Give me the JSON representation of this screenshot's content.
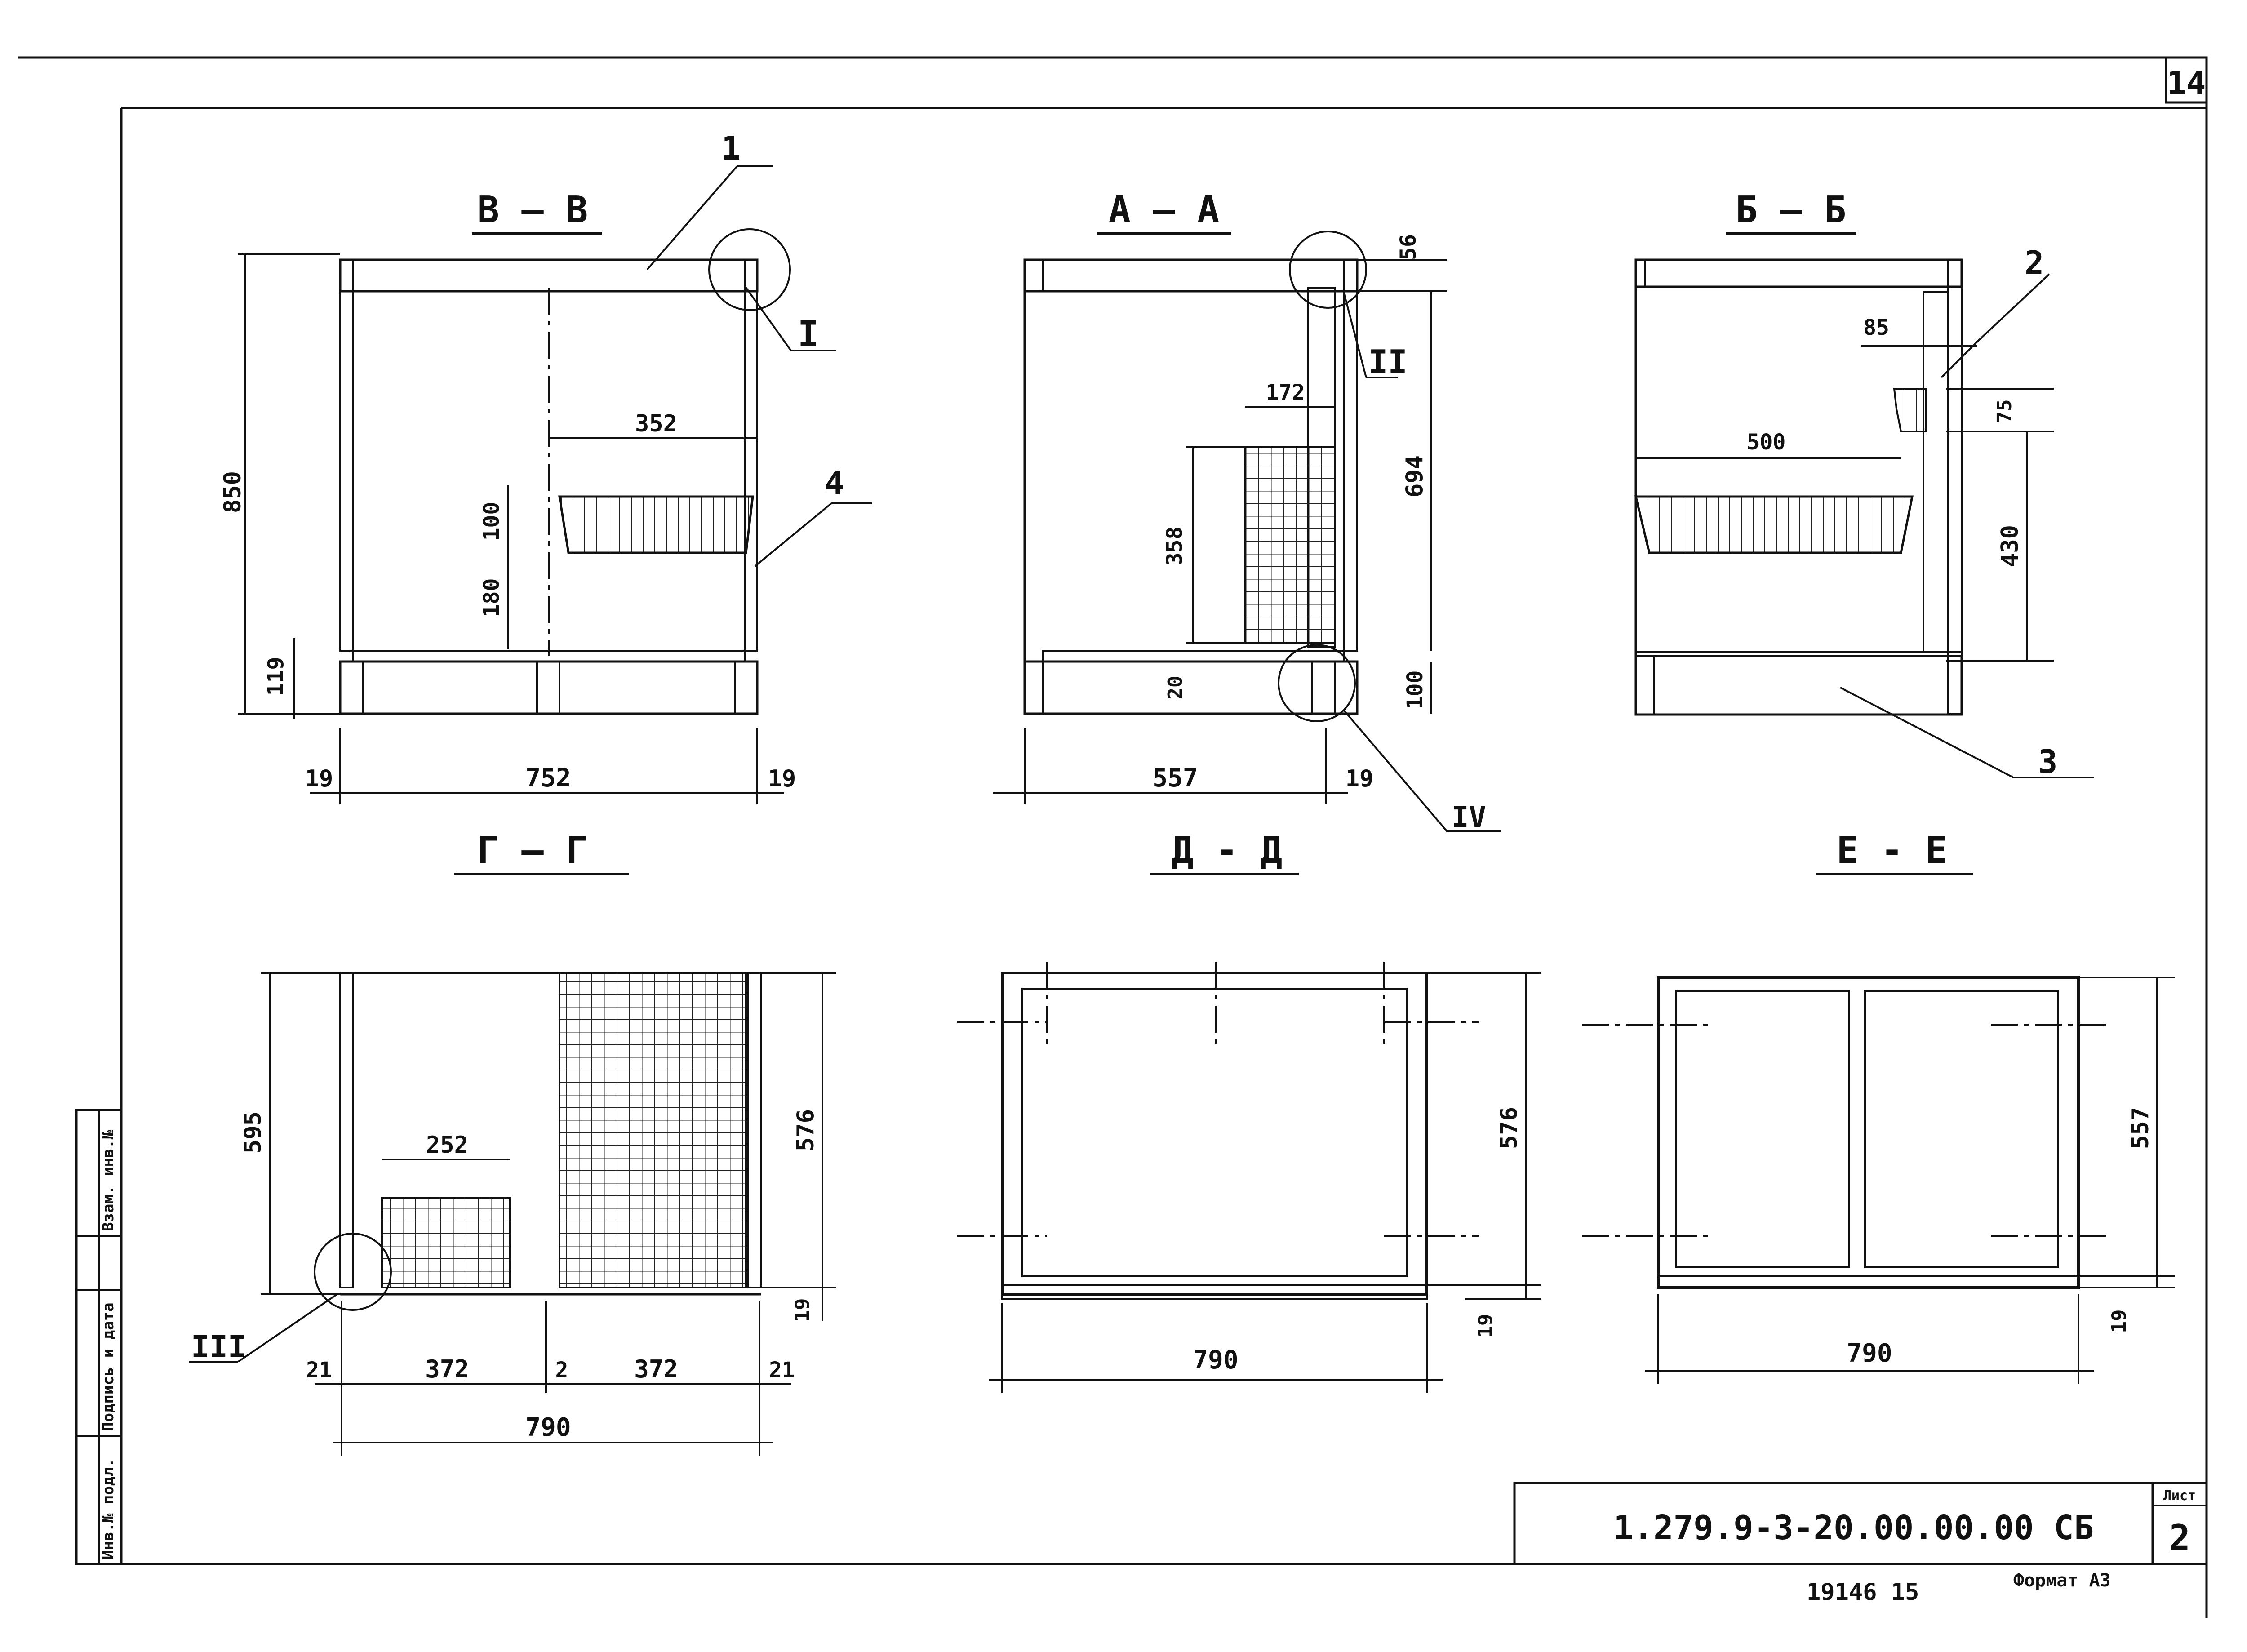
{
  "sheet_number": "14",
  "drawing_code": "1.279.9-3-20.00.00.00 СБ",
  "sheet_label": "Лист",
  "sheet_index": "2",
  "inventory_number": "19146 15",
  "format_label": "Формат А3",
  "side_stamp": [
    "Инв.№ подл.",
    "Подпись и дата",
    "Взам. инв.№"
  ],
  "views": {
    "vv": {
      "title": "В – В",
      "callouts": [
        "1",
        "4",
        "I"
      ],
      "dims": [
        "850",
        "352",
        "100",
        "180",
        "119",
        "19",
        "752",
        "19"
      ]
    },
    "aa": {
      "title": "А – А",
      "callouts": [
        "II",
        "IV"
      ],
      "dims": [
        "56",
        "172",
        "694",
        "358",
        "20",
        "100",
        "557",
        "19"
      ]
    },
    "bb": {
      "title": "Б – Б",
      "callouts": [
        "2",
        "3"
      ],
      "dims": [
        "85",
        "75",
        "500",
        "430"
      ]
    },
    "gg": {
      "title": "Г – Г",
      "callouts": [
        "III"
      ],
      "dims": [
        "595",
        "252",
        "576",
        "19",
        "21",
        "372",
        "2",
        "372",
        "21",
        "790"
      ]
    },
    "dd": {
      "title": "Д - Д",
      "dims": [
        "576",
        "19",
        "790"
      ]
    },
    "ee": {
      "title": "Е - Е",
      "dims": [
        "557",
        "19",
        "790"
      ]
    }
  }
}
